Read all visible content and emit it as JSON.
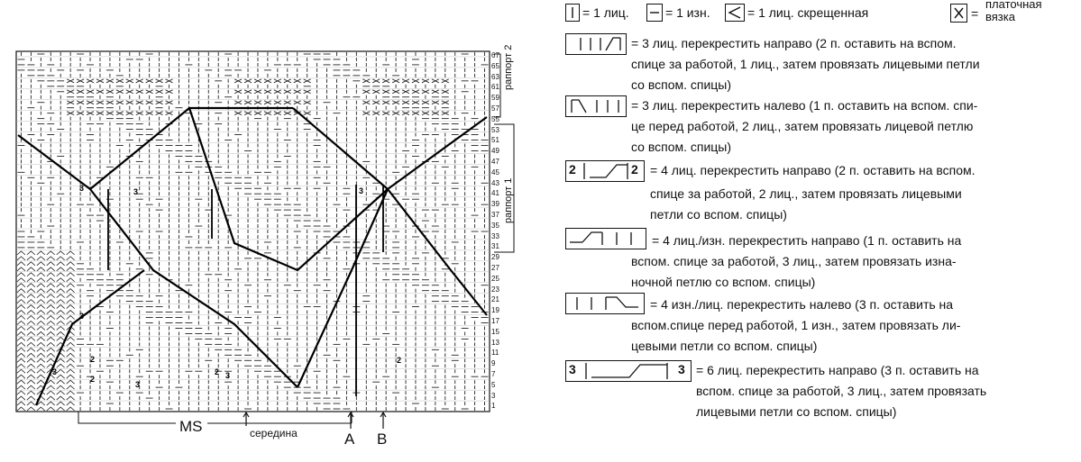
{
  "chart": {
    "row_numbers": [
      "67",
      "65",
      "63",
      "61",
      "59",
      "57",
      "55",
      "53",
      "51",
      "49",
      "47",
      "45",
      "43",
      "41",
      "39",
      "37",
      "35",
      "33",
      "31",
      "29",
      "27",
      "25",
      "23",
      "21",
      "19",
      "17",
      "15",
      "13",
      "11",
      "9",
      "7",
      "5",
      "3",
      "1"
    ],
    "side_label_top": "раппорт 2",
    "side_label_bottom": "раппорт 1",
    "cell_mark": "3",
    "cell_mark_2": "2",
    "bottom": {
      "ms": "MS",
      "middle": "середина",
      "a": "A",
      "b": "B"
    }
  },
  "legend": {
    "top_line": {
      "item1": "= 1 лиц.",
      "item2": "= 1 изн.",
      "item3": "= 1 лиц. скрещенная",
      "item4_line1": "платочная",
      "item4_line2": "вязка",
      "item4_eq": "="
    },
    "entries": [
      {
        "text1": "= 3 лиц. перекрестить направо (2 п. оставить  на вспом.",
        "text2": "спице за работой, 1 лиц., затем провязать лицевыми петли",
        "text3": "со вспом. спицы)"
      },
      {
        "text1": "= 3 лиц. перекрестить налево (1 п. оставить  на вспом. спи-",
        "text2": "це перед работой, 2 лиц., затем провязать лицевой петлю",
        "text3": "со вспом. спицы)"
      },
      {
        "cell_left": "2",
        "cell_right": "2",
        "text1": "= 4 лиц. перекрестить направо (2 п. оставить на вспом.",
        "text2": "спице за работой, 2 лиц., затем провязать лицевыми",
        "text3": "петли со вспом. спицы)"
      },
      {
        "text1": "= 4 лиц./изн. перекрестить направо (1 п. оставить на",
        "text2": "вспом. спице за работой, 3 лиц., затем провязать изна-",
        "text3": "ночной петлю со вспом. спицы)"
      },
      {
        "text1": "= 4 изн./лиц. перекрестить налево (3 п. оставить на",
        "text2": "вспом.спице перед работой, 1 изн., затем провязать ли-",
        "text3": "цевыми петли со вспом. спицы)"
      },
      {
        "cell_left": "3",
        "cell_right": "3",
        "text1": "= 6 лиц. перекрестить  направо (3 п. оставить на",
        "text2": "вспом. спице за работой, 3 лиц., затем провязать",
        "text3": "лицевыми петли со вспом. спицы)"
      }
    ]
  }
}
